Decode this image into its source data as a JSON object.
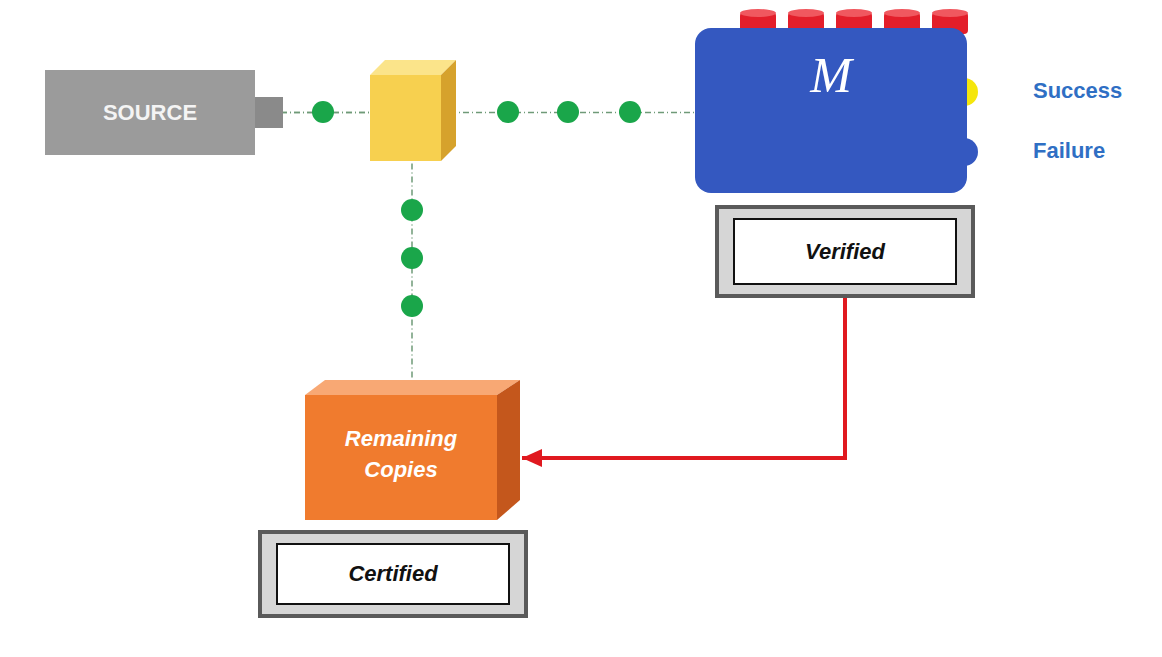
{
  "diagram": {
    "nodes": [
      {
        "text": [
          "SOURCE"
        ]
      },
      {
        "text": [
          "M"
        ]
      },
      {
        "text": [
          "Verified"
        ]
      },
      {
        "text": [
          "Remaining Copies"
        ]
      },
      {
        "text": [
          "Certified"
        ]
      }
    ],
    "edges": [
      {
        "from": 0,
        "to": 1,
        "arrow": "none"
      },
      {
        "from": 0,
        "to": 3,
        "arrow": "none"
      },
      {
        "from": 2,
        "to": 3,
        "arrow": "to"
      }
    ],
    "labels": [
      "Success",
      "Failure"
    ]
  }
}
